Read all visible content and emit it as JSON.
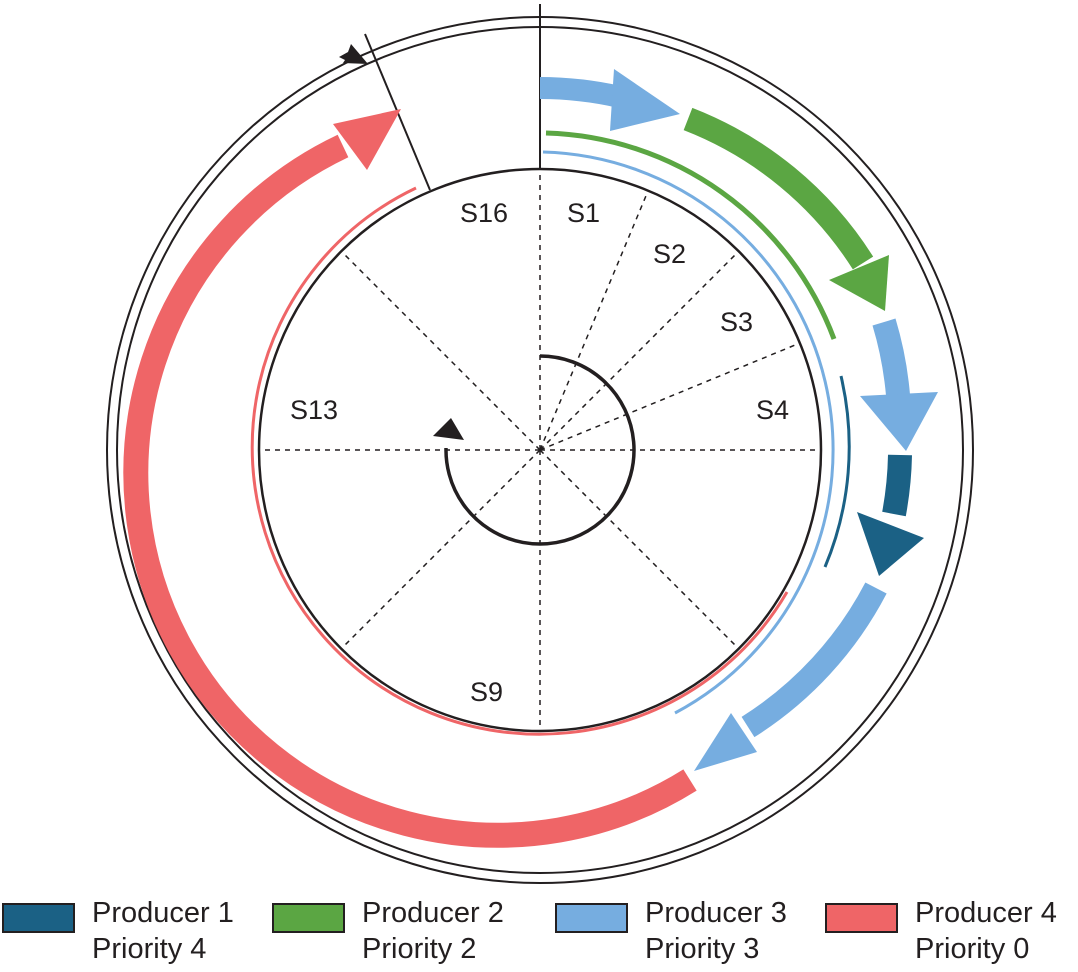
{
  "sectors": {
    "s1": "S1",
    "s2": "S2",
    "s3": "S3",
    "s4": "S4",
    "s9": "S9",
    "s13": "S13",
    "s16": "S16"
  },
  "legend": [
    {
      "name": "Producer 1",
      "priority": "Priority 4",
      "color": "#1b6185"
    },
    {
      "name": "Producer 2",
      "priority": "Priority 2",
      "color": "#5ba643"
    },
    {
      "name": "Producer 3",
      "priority": "Priority 3",
      "color": "#76ade0"
    },
    {
      "name": "Producer 4",
      "priority": "Priority 0",
      "color": "#ef6567"
    }
  ],
  "colors": {
    "producer1": "#1b6185",
    "producer2": "#5ba643",
    "producer3": "#76ade0",
    "producer4": "#ef6567",
    "line": "#231f20"
  }
}
